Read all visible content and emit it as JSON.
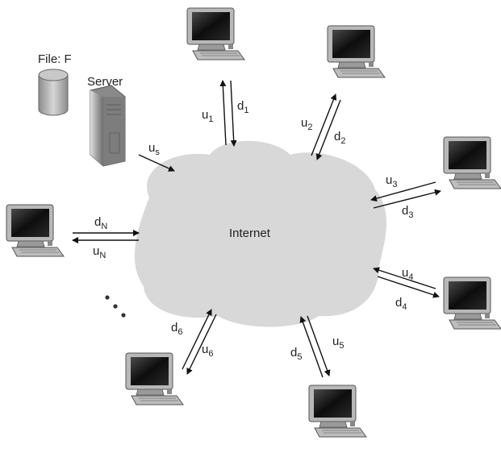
{
  "cloud_label": "Internet",
  "file_label": "File: F",
  "server_label": "Server",
  "server_link": {
    "u": "u",
    "u_sub": "s"
  },
  "peers": [
    {
      "id": "1",
      "u": "u",
      "u_sub": "1",
      "d": "d",
      "d_sub": "1"
    },
    {
      "id": "2",
      "u": "u",
      "u_sub": "2",
      "d": "d",
      "d_sub": "2"
    },
    {
      "id": "3",
      "u": "u",
      "u_sub": "3",
      "d": "d",
      "d_sub": "3"
    },
    {
      "id": "4",
      "u": "u",
      "u_sub": "4",
      "d": "d",
      "d_sub": "4"
    },
    {
      "id": "5",
      "u": "u",
      "u_sub": "5",
      "d": "d",
      "d_sub": "5"
    },
    {
      "id": "6",
      "u": "u",
      "u_sub": "6",
      "d": "d",
      "d_sub": "6"
    },
    {
      "id": "N",
      "u": "u",
      "u_sub": "N",
      "d": "d",
      "d_sub": "N"
    }
  ],
  "colors": {
    "cloud": "#d8d8d8",
    "screen": "#1a1a1a",
    "case": "#9a9a9a",
    "arrow": "#111111"
  }
}
